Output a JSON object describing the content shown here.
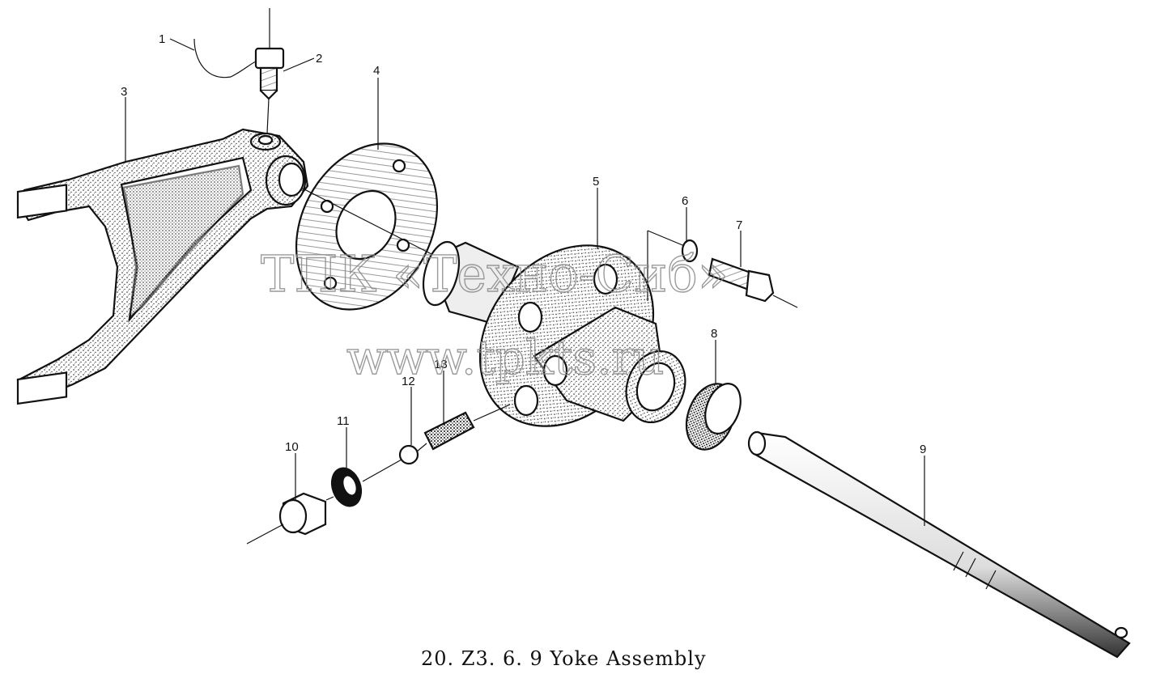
{
  "caption": "20. Z3. 6. 9   Yoke Assembly",
  "watermark": {
    "line1": "ТПК «Техно-Сиб»",
    "line2": "www.tpkts.ru"
  },
  "callouts": [
    "1",
    "2",
    "3",
    "4",
    "5",
    "6",
    "7",
    "8",
    "9",
    "10",
    "11",
    "12",
    "13"
  ],
  "colors": {
    "ink": "#111111",
    "paper": "#ffffff",
    "watermark": "#8a8a8a"
  }
}
